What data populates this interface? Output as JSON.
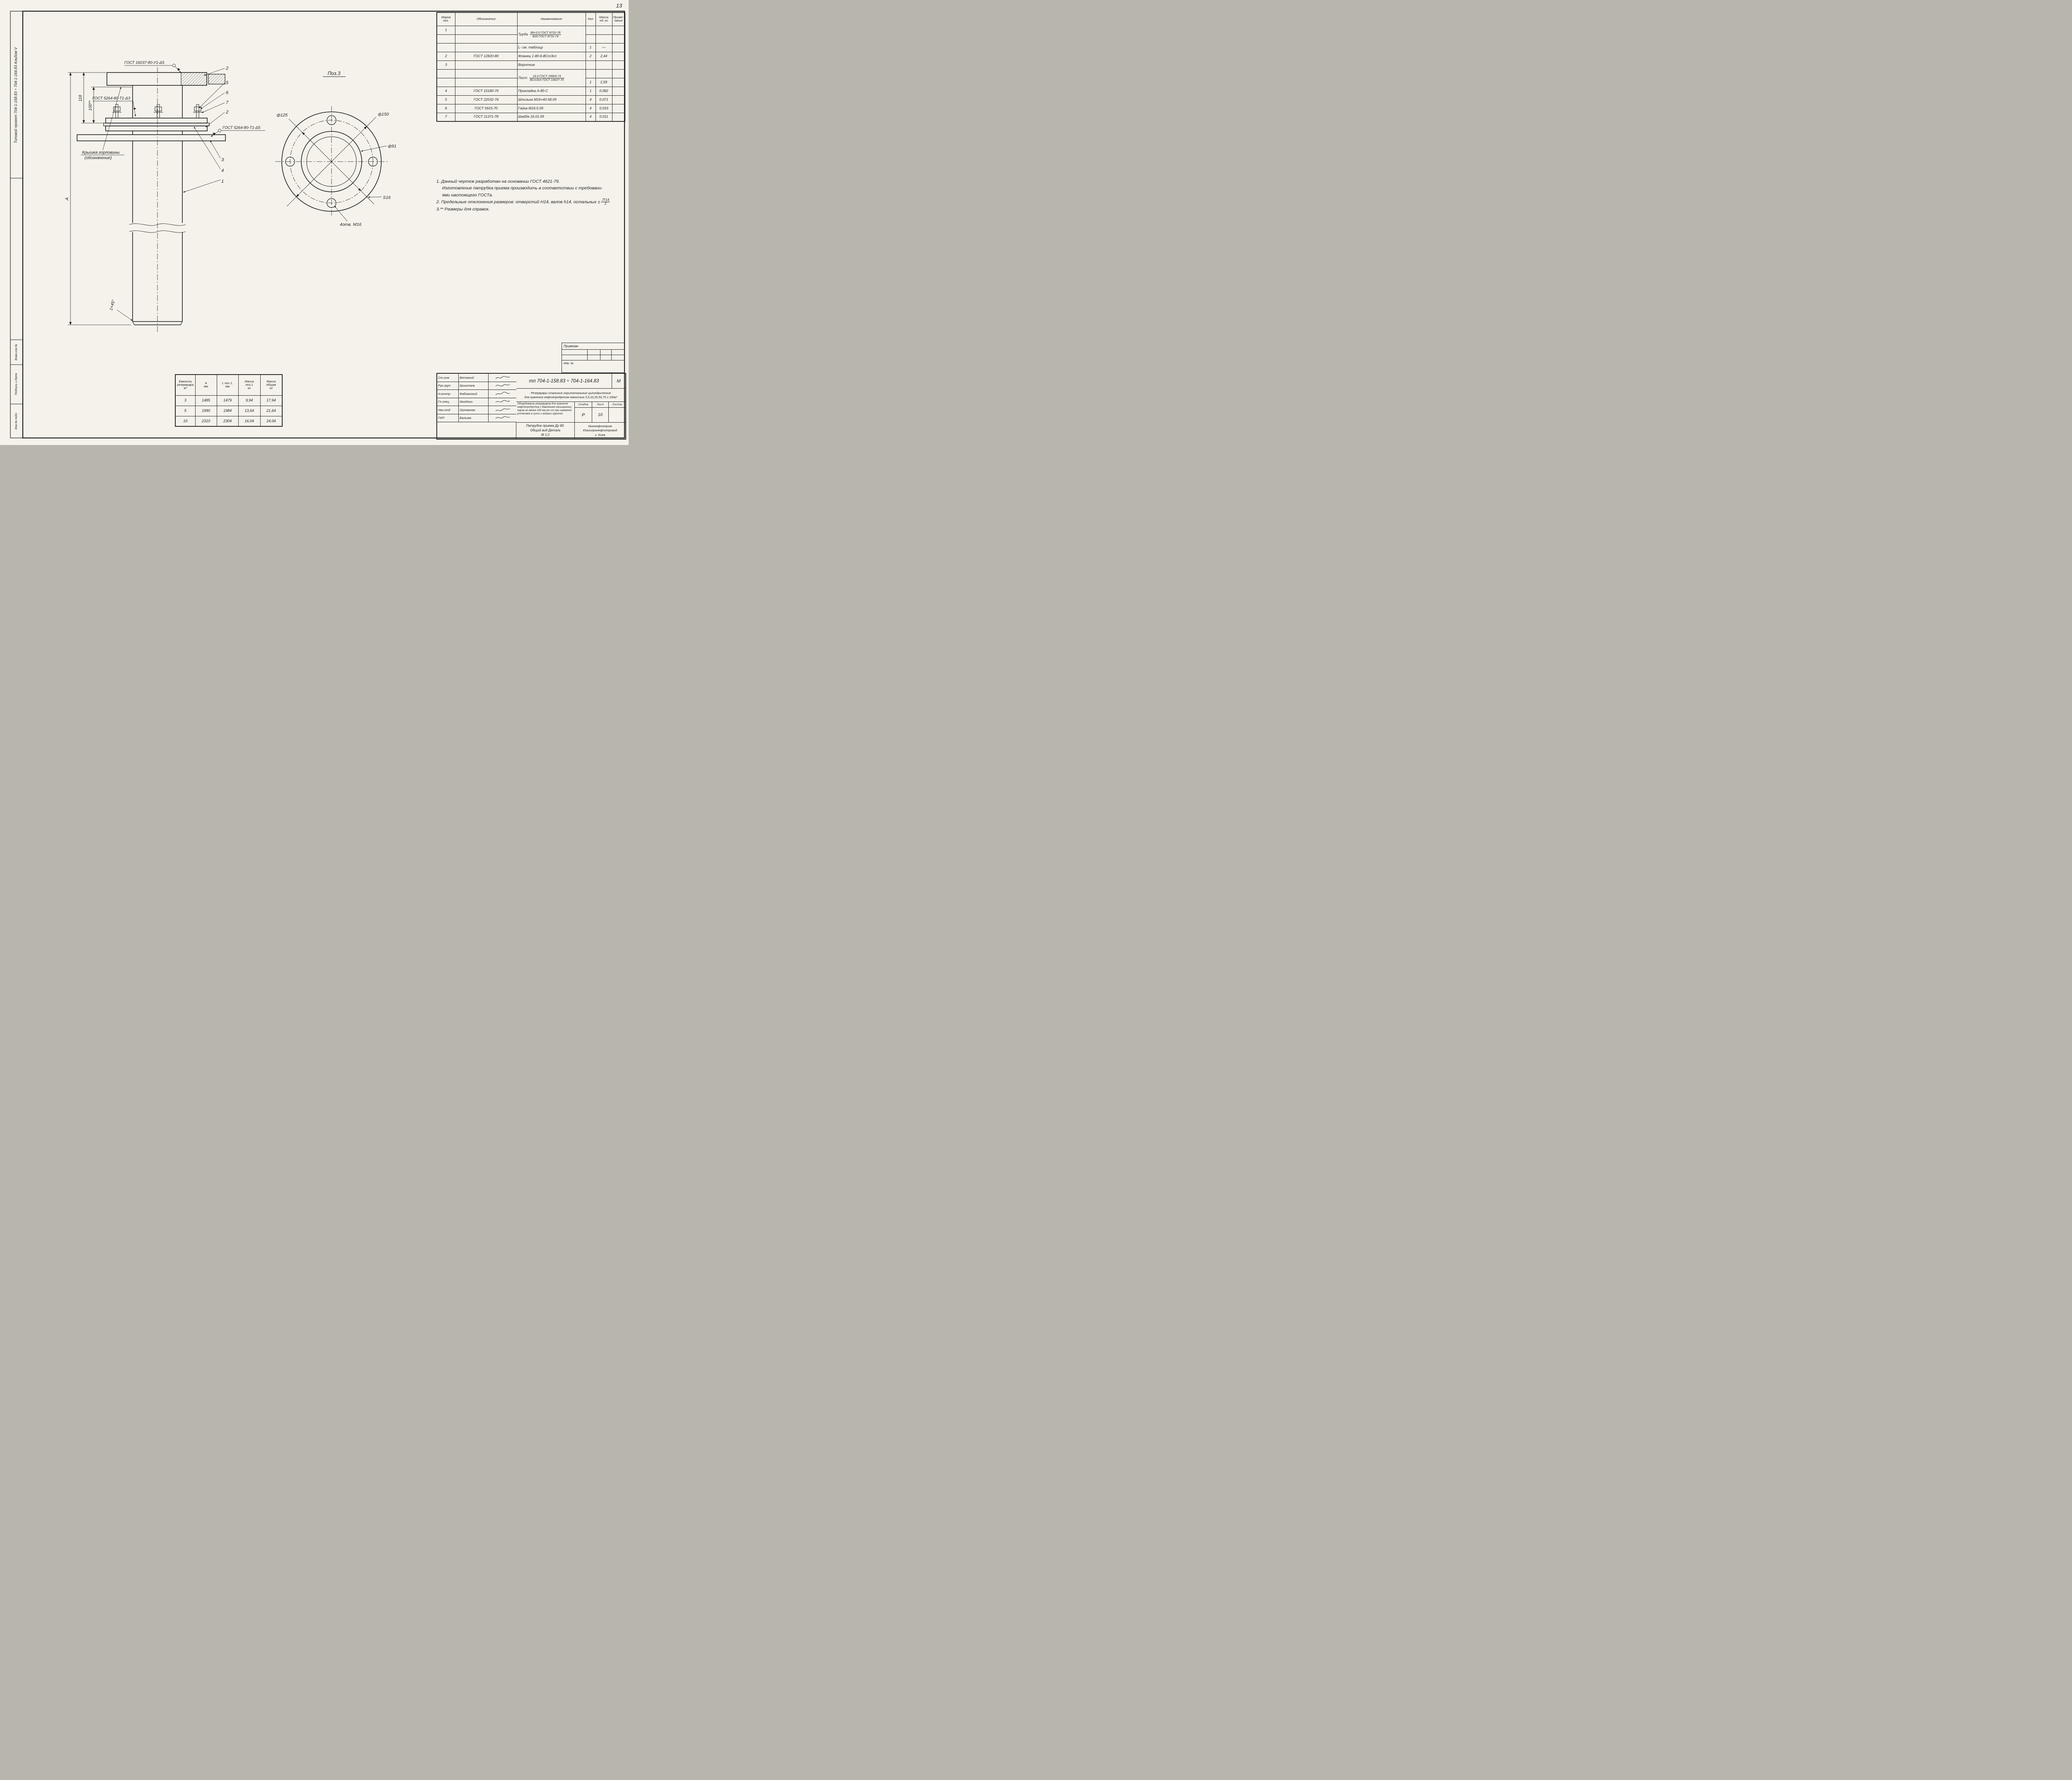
{
  "page": {
    "number": "13",
    "side_project_label": "Типовой проект 704-1-158.83 ÷ 704-1-164.83  Альбом V"
  },
  "margin": {
    "box_top": "Взам.инв.№",
    "box_mid": "Подпись и дата",
    "box_bottom": "Инв.№ подл."
  },
  "elevation": {
    "weld_top": "ГОСТ 16037-80-У1-Δ5",
    "weld_left": "ГОСТ 5264-80-Т1-Δ3",
    "weld_right": "ГОСТ 5264-80-Т1-Δ5",
    "cover_line1": "Крышка горловины",
    "cover_line2": "(обозначение)",
    "dim_a": "А",
    "dim_118": "118",
    "dim_100": "100**",
    "chamfer": "1×45°",
    "pos2_top": "2",
    "pos5": "5",
    "pos6": "6",
    "pos7": "7",
    "pos2_bottom": "2",
    "pos3": "3",
    "pos4": "4",
    "pos1": "1"
  },
  "detail": {
    "title": "Поз.3",
    "d125": "ф125",
    "d150": "ф150",
    "d91": "ф91",
    "s16": "S16",
    "holes_note": "4отв. М16"
  },
  "spec": {
    "h_mark": "Марка\nпоз.",
    "h_desig": "Обозначение",
    "h_name": "Наименование",
    "h_qty": "Кол",
    "h_mass": "Масса\nед, кг",
    "h_note": "Приме-\nчание",
    "pipe_pos": "1",
    "pipe_prefix": "Труба",
    "pipe_top": "89×3,5 ГОСТ 8732-78",
    "pipe_bottom": "В20 ГОСТ 8731-74",
    "pipe_l_name": "L- см. таблицу",
    "pipe_l_qty": "1",
    "pipe_l_mass": "—",
    "flange_pos": "2",
    "flange_desig": "ГОСТ 12820-80",
    "flange_name": "Фланец 1-80-6-ВСт3сп",
    "flange_qty": "2",
    "flange_mass": "2,44",
    "collar_pos": "3",
    "collar_name": "Воротник",
    "sheet_prefix": "Лист",
    "sheet_top": "16.0 ГОСТ 19903-74",
    "sheet_bottom": "ВСт3сп ГОСТ 14637-79",
    "sheet_qty": "1",
    "sheet_mass": "2,59",
    "gasket_pos": "4",
    "gasket_desig": "ГОСТ 15180-70",
    "gasket_name": "Прокладка А-80-С",
    "gasket_qty": "1",
    "gasket_mass": "0,082",
    "stud_pos": "5",
    "stud_desig": "ГОСТ 22032-76",
    "stud_name": "Шпилька М16×40.58.09",
    "stud_qty": "4",
    "stud_mass": "0,071",
    "nut_pos": "6",
    "nut_desig": "ГОСТ 5915-70",
    "nut_name": "Гайка М16.5.09",
    "nut_qty": "4",
    "nut_mass": "0,033",
    "washer_pos": "7",
    "washer_desig": "ГОСТ 11371-78",
    "washer_name": "Шайба 16.01.09",
    "washer_qty": "4",
    "washer_mass": "0,011"
  },
  "notes": {
    "n1a": "1. Данный чертеж разработан на основании ГОСТ 4621-79.",
    "n1b": "Изготовление патрубка приема производить в соответствии с требовани-",
    "n1c": "ями настоящего ГОСТа.",
    "n2": "2. Предельные отклонения размеров: отверстий Н14, валов h14, остальных ±",
    "n2_frac_top": "JT14",
    "n2_frac_bottom": "2",
    "n3": "3.** Размеры для справок."
  },
  "dims": {
    "h_capacity": "Емкость\nрезервуара\nм³",
    "h_a": "А\nмм",
    "h_l": "L поз 1,\nмм",
    "h_m1": "Масса\nпоз.1\nкг",
    "h_mt": "Масса\nобщая\nкг",
    "rows": [
      {
        "c": "3",
        "a": "1485",
        "l": "1479",
        "m1": "9,94",
        "mt": "17,94"
      },
      {
        "c": "5",
        "a": "1990",
        "l": "1984",
        "m1": "13,64",
        "mt": "21,64"
      },
      {
        "c": "10",
        "a": "2310",
        "l": "2304",
        "m1": "16,04",
        "mt": "24,04"
      }
    ]
  },
  "binding_box": {
    "title": "Привязан",
    "inv_label": "Инв. №"
  },
  "title_block": {
    "doc_number": "тп 704-1-158.83 ÷ 704-1-164.83",
    "m_label": "М",
    "signers": [
      {
        "role": "Ст.инж",
        "name": "Беспалый"
      },
      {
        "role": "Рук.груп",
        "name": "Кришталь"
      },
      {
        "role": "Н.контр",
        "name": "Фабианский"
      },
      {
        "role": "Гл.спец.",
        "name": "Миндлин"
      },
      {
        "role": "Нач.отд",
        "name": "Орловская"
      },
      {
        "role": "ГИП",
        "name": "Бальзак"
      }
    ],
    "project_text": "Резервуары стальные горизонтальные цилиндрические\nдля хранения нефтепродуктов емкостью 3,5,10,25,50,75 и 100м³",
    "object_text": "Оборудование резервуаров для хранения нефтепродуктов с давлением насыщенных паров не менее 200 мм рт ст при наземной установке в сухих и мокрых грунтах",
    "stage_label": "Стадия",
    "sheet_label": "Лист",
    "sheets_label": "Листов",
    "stage_value": "Р",
    "sheet_value": "10",
    "sheets_value": "",
    "title_text": "Патрубок приема Ду 80.\nОбщий вид  Деталь\nМ 1:2",
    "org_text": "Миннефтепром\nЮжгипронефтепровод\nг. Киев"
  }
}
